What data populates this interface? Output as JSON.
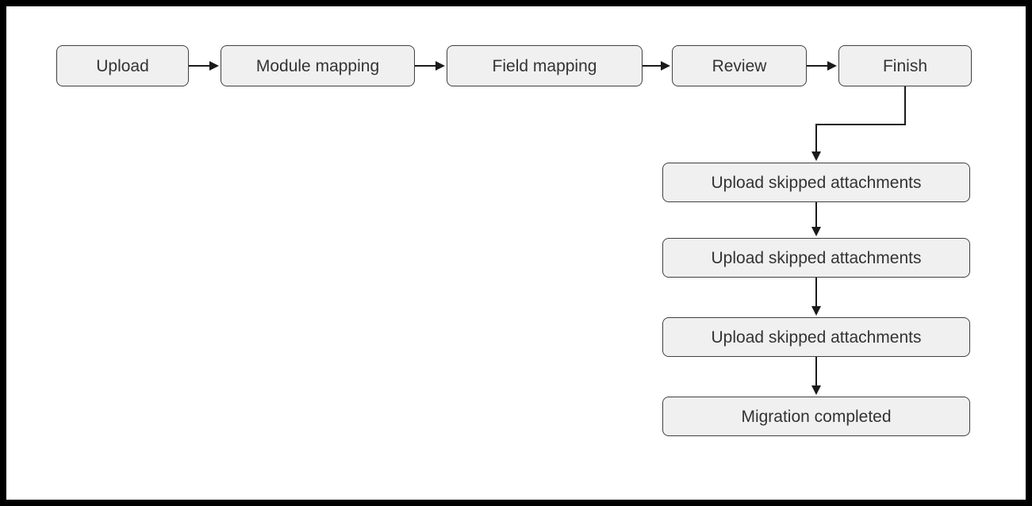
{
  "colors": {
    "canvas-bg": "#ffffff",
    "frame": "#000000",
    "node-fill": "#f0f0f0",
    "node-border": "#404040",
    "node-text": "#333333",
    "edge": "#1a1a1a"
  },
  "diagram": {
    "top_row": [
      {
        "id": "upload",
        "label": "Upload"
      },
      {
        "id": "module-mapping",
        "label": "Module mapping"
      },
      {
        "id": "field-mapping",
        "label": "Field mapping"
      },
      {
        "id": "review",
        "label": "Review"
      },
      {
        "id": "finish",
        "label": "Finish"
      }
    ],
    "chain": [
      {
        "id": "upload-skipped-1",
        "label": "Upload skipped attachments"
      },
      {
        "id": "upload-skipped-2",
        "label": "Upload skipped attachments"
      },
      {
        "id": "upload-skipped-3",
        "label": "Upload skipped attachments"
      },
      {
        "id": "migration-completed",
        "label": "Migration completed"
      }
    ],
    "edges": [
      {
        "from": "upload",
        "to": "module-mapping"
      },
      {
        "from": "module-mapping",
        "to": "field-mapping"
      },
      {
        "from": "field-mapping",
        "to": "review"
      },
      {
        "from": "review",
        "to": "finish"
      },
      {
        "from": "finish",
        "to": "upload-skipped-1"
      },
      {
        "from": "upload-skipped-1",
        "to": "upload-skipped-2"
      },
      {
        "from": "upload-skipped-2",
        "to": "upload-skipped-3"
      },
      {
        "from": "upload-skipped-3",
        "to": "migration-completed"
      }
    ]
  }
}
